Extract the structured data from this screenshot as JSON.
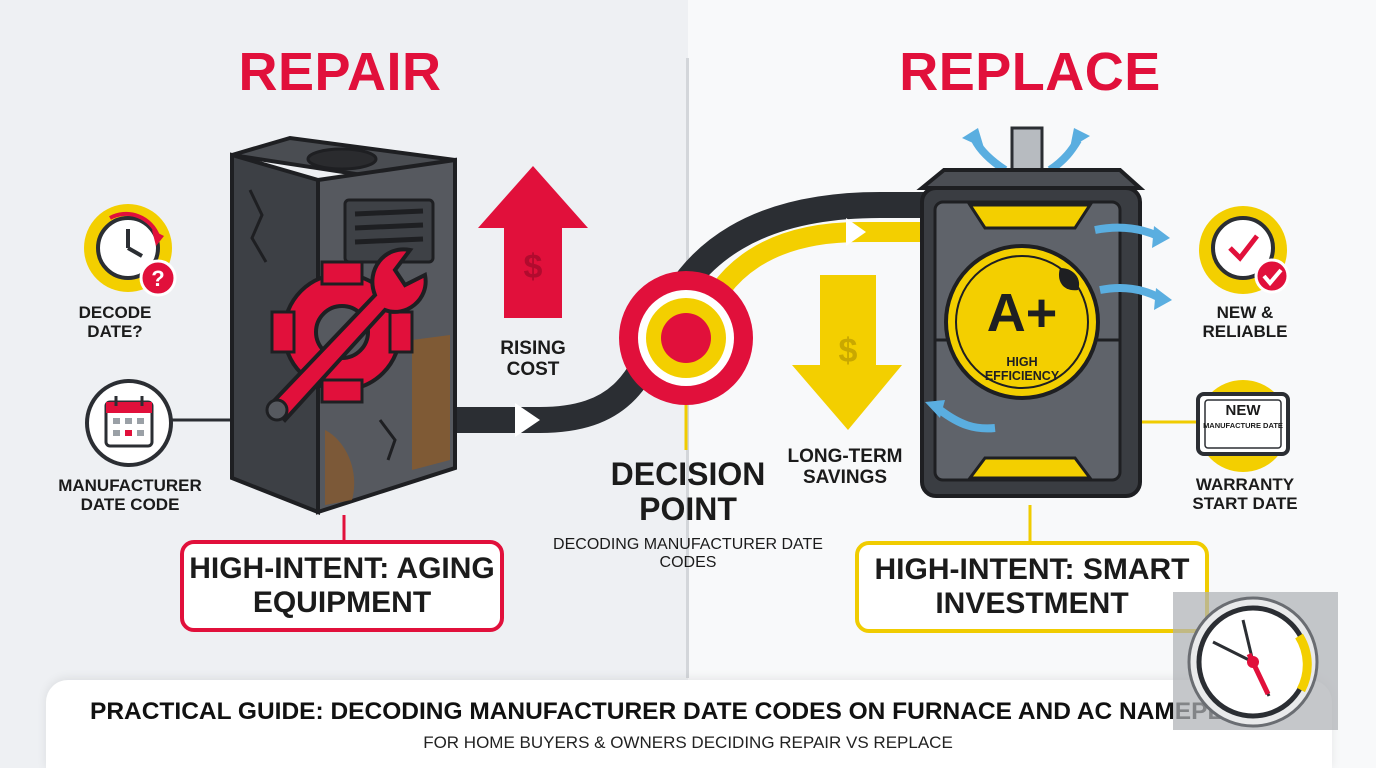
{
  "header": {
    "repair_title": "REPAIR",
    "replace_title": "REPLACE"
  },
  "repair": {
    "decode_label": "DECODE DATE?",
    "manufacturer_label": "MANUFACTURER DATE CODE",
    "rising_label": "RISING COST",
    "outcome_box": "HIGH-INTENT: AGING EQUIPMENT"
  },
  "decision": {
    "title": "DECISION POINT",
    "subtitle": "DECODING MANUFACTURER DATE CODES"
  },
  "replace": {
    "long_label": "LONG-TERM SAVINGS",
    "badge_grade": "A+",
    "badge_text": "HIGH EFFICIENCY",
    "new_label": "NEW & RELIABLE",
    "nameplate_big": "NEW",
    "nameplate_small": "MANUFACTURE DATE",
    "warranty_label": "WARRANTY START DATE",
    "outcome_box": "HIGH-INTENT: SMART INVESTMENT"
  },
  "footer": {
    "title": "PRACTICAL GUIDE: DECODING MANUFACTURER DATE CODES ON FURNACE AND AC NAMEPLATES",
    "subtitle": "FOR HOME BUYERS & OWNERS DECIDING REPAIR VS REPLACE"
  },
  "icons": {
    "decode": "clock-question-icon",
    "manufacturer": "calendar-icon",
    "rising": "dollar-up-arrow-icon",
    "decision": "target-icon",
    "savings": "dollar-down-arrow-icon",
    "new": "clock-check-icon",
    "warranty": "nameplate-icon",
    "gauge": "gauge-icon",
    "repair_unit": "old-furnace-icon",
    "replace_unit": "new-furnace-icon"
  },
  "colors": {
    "red": "#e1103b",
    "yellow": "#f3cf00",
    "dark": "#2b2e33",
    "blue": "#5aaee0"
  }
}
